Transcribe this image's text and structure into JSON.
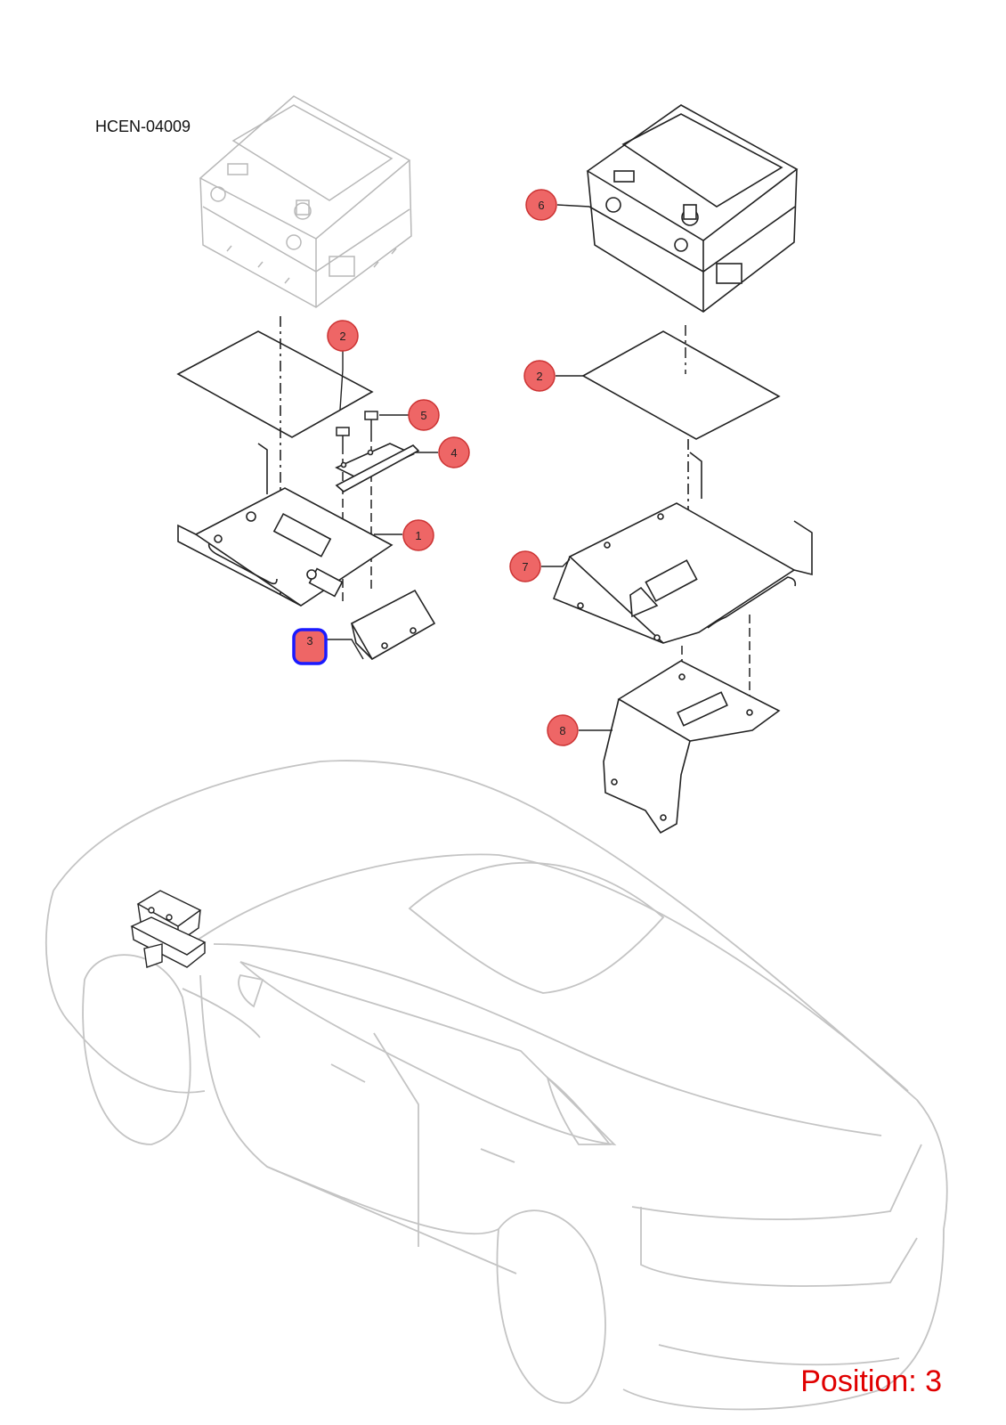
{
  "diagram_ref": "HCEN-04009",
  "position_text": "Position: 3",
  "selected_callout": "3",
  "colors": {
    "callout_fill": "#ee6666",
    "callout_stroke": "#cc3333",
    "selected_ring": "#1a1aff",
    "position_text": "#e00000",
    "faded_line": "#b8b8b8",
    "line": "#222222"
  },
  "callouts": [
    {
      "label": "2"
    },
    {
      "label": "5"
    },
    {
      "label": "4"
    },
    {
      "label": "1"
    },
    {
      "label": "3"
    },
    {
      "label": "6"
    },
    {
      "label": "2"
    },
    {
      "label": "7"
    },
    {
      "label": "8"
    }
  ]
}
